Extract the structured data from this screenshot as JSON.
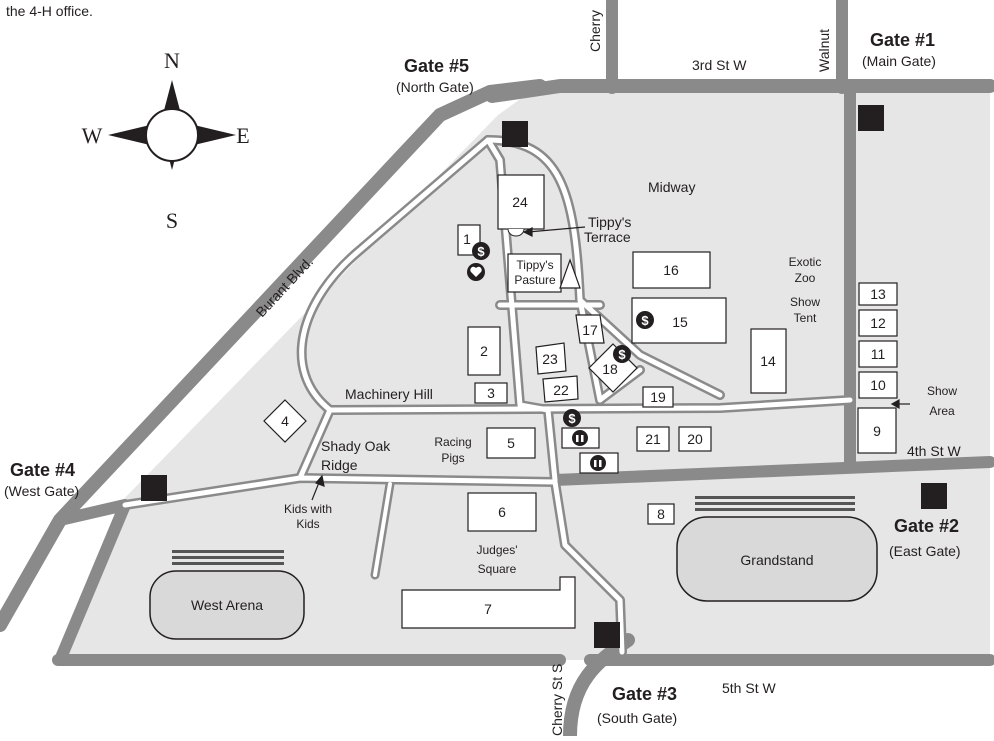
{
  "intro_text": "the 4-H office.",
  "compass": {
    "n": "N",
    "s": "S",
    "e": "E",
    "w": "W"
  },
  "gates": {
    "g1": {
      "title": "Gate #1",
      "sub": "(Main Gate)"
    },
    "g2": {
      "title": "Gate #2",
      "sub": "(East Gate)"
    },
    "g3": {
      "title": "Gate #3",
      "sub": "(South Gate)"
    },
    "g4": {
      "title": "Gate #4",
      "sub": "(West Gate)"
    },
    "g5": {
      "title": "Gate #5",
      "sub": "(North Gate)"
    }
  },
  "streets": {
    "cherry": "Cherry",
    "third": "3rd St W",
    "walnut": "Walnut",
    "burant": "Burant Blvd.",
    "fourth": "4th St W",
    "fifth": "5th St W",
    "cherry_s": "Cherry St S"
  },
  "areas": {
    "midway": "Midway",
    "tippys_terrace_1": "Tippy's",
    "tippys_terrace_2": "Terrace",
    "tippys_pasture_1": "Tippy's",
    "tippys_pasture_2": "Pasture",
    "exotic_1": "Exotic",
    "exotic_2": "Zoo",
    "exotic_3": "Show",
    "exotic_4": "Tent",
    "machinery_hill": "Machinery Hill",
    "shady_1": "Shady Oak",
    "shady_2": "Ridge",
    "racing_1": "Racing",
    "racing_2": "Pigs",
    "kids_1": "Kids with",
    "kids_2": "Kids",
    "judges_1": "Judges'",
    "judges_2": "Square",
    "show_area_1": "Show",
    "show_area_2": "Area",
    "grandstand": "Grandstand",
    "west_arena": "West Arena"
  },
  "buildings": {
    "b1": "1",
    "b2": "2",
    "b3": "3",
    "b4": "4",
    "b5": "5",
    "b6": "6",
    "b7": "7",
    "b8": "8",
    "b9": "9",
    "b10": "10",
    "b11": "11",
    "b12": "12",
    "b13": "13",
    "b14": "14",
    "b15": "15",
    "b16": "16",
    "b17": "17",
    "b18": "18",
    "b19": "19",
    "b20": "20",
    "b21": "21",
    "b22": "22",
    "b23": "23",
    "b24": "24"
  },
  "icons": {
    "atm": "dollar-sign-icon",
    "first_aid": "heart-icon",
    "restroom": "restroom-icon",
    "gate_marker": "gate-marker-icon"
  },
  "colors": {
    "grounds": "#e6e6e6",
    "road": "#8a8a8a",
    "ink": "#231f20",
    "venue": "#d9d9d9"
  }
}
